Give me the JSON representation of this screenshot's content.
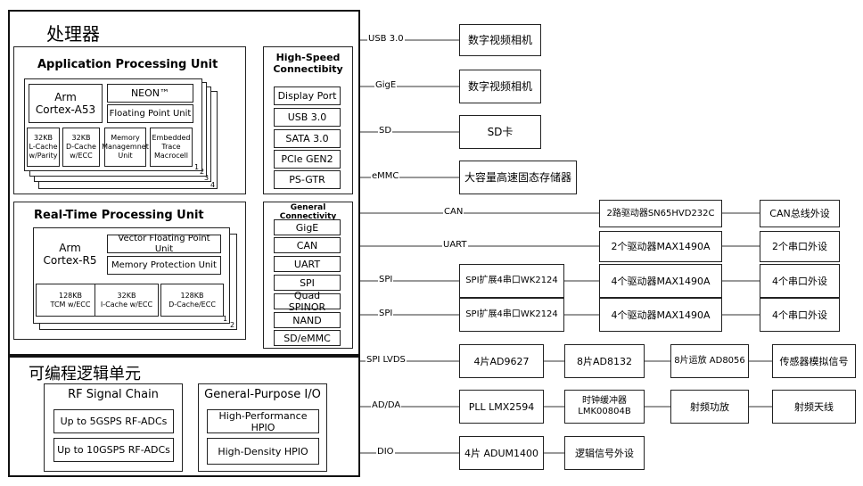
{
  "processor": {
    "title": "处理器",
    "apu": {
      "title": "Application Processing Unit",
      "core": "Arm\nCortex-A53",
      "neon": "NEON™",
      "fpu": "Floating Point Unit",
      "icache": "32KB\nL-Cache\nw/Parity",
      "dcache": "32KB\nD-Cache\nw/ECC",
      "mmu": "Memory\nManagemnet\nUnit",
      "etm": "Embedded\nTrace\nMacrocell",
      "stack": [
        "1",
        "2",
        "3",
        "4"
      ]
    },
    "rpu": {
      "title": "Real-Time Processing Unit",
      "core": "Arm\nCortex-R5",
      "vfpu": "Vector Floating Point Unit",
      "mpu": "Memory Protection Unit",
      "tcm": "128KB\nTCM w/ECC",
      "icache": "32KB\nI-Cache w/ECC",
      "dcache": "128KB\nD-Cache/ECC",
      "stack": [
        "1",
        "2"
      ]
    },
    "hsc": {
      "title": "High-Speed\nConnectibity",
      "items": [
        "Display Port",
        "USB 3.0",
        "SATA 3.0",
        "PCle GEN2",
        "PS-GTR"
      ]
    },
    "gc": {
      "title": "General\nConnectivity",
      "items": [
        "GigE",
        "CAN",
        "UART",
        "SPI",
        "Quad SPINOR",
        "NAND",
        "SD/eMMC"
      ]
    }
  },
  "pl": {
    "title": "可编程逻辑单元",
    "rf": {
      "title": "RF Signal Chain",
      "items": [
        "Up to 5GSPS RF-ADCs",
        "Up to 10GSPS RF-ADCs"
      ]
    },
    "gpio": {
      "title": "General-Purpose I/O",
      "items": [
        "High-Performance HPIO",
        "High-Density HPIO"
      ]
    }
  },
  "interfaces": {
    "usb": "USB 3.0",
    "gige": "GigE",
    "sd": "SD",
    "emmc": "eMMC",
    "can": "CAN",
    "uart": "UART",
    "spi1": "SPI",
    "spi2": "SPI",
    "spilvds": "SPI LVDS",
    "adda": "AD/DA",
    "dio": "DIO"
  },
  "devices": {
    "cam1": "数字视频相机",
    "cam2": "数字视频相机",
    "sdcard": "SD卡",
    "storage": "大容量高速固态存储器",
    "can_drv": "2路驱动器SN65HVD232C",
    "can_per": "CAN总线外设",
    "uart_drv": "2个驱动器MAX1490A",
    "uart_per": "2个串口外设",
    "spi1_ext": "SPI扩展4串口WK2124",
    "spi1_drv": "4个驱动器MAX1490A",
    "spi1_per": "4个串口外设",
    "spi2_ext": "SPI扩展4串口WK2124",
    "spi2_drv": "4个驱动器MAX1490A",
    "spi2_per": "4个串口外设",
    "ad9627": "4片AD9627",
    "ad8132": "8片AD8132",
    "ad8056": "8片运放 AD8056",
    "sensor": "传感器模拟信号",
    "pll": "PLL LMX2594",
    "clkbuf": "时钟缓冲器\nLMK00804B",
    "rfamp": "射频功放",
    "antenna": "射频天线",
    "adum": "4片 ADUM1400",
    "logic": "逻辑信号外设"
  }
}
